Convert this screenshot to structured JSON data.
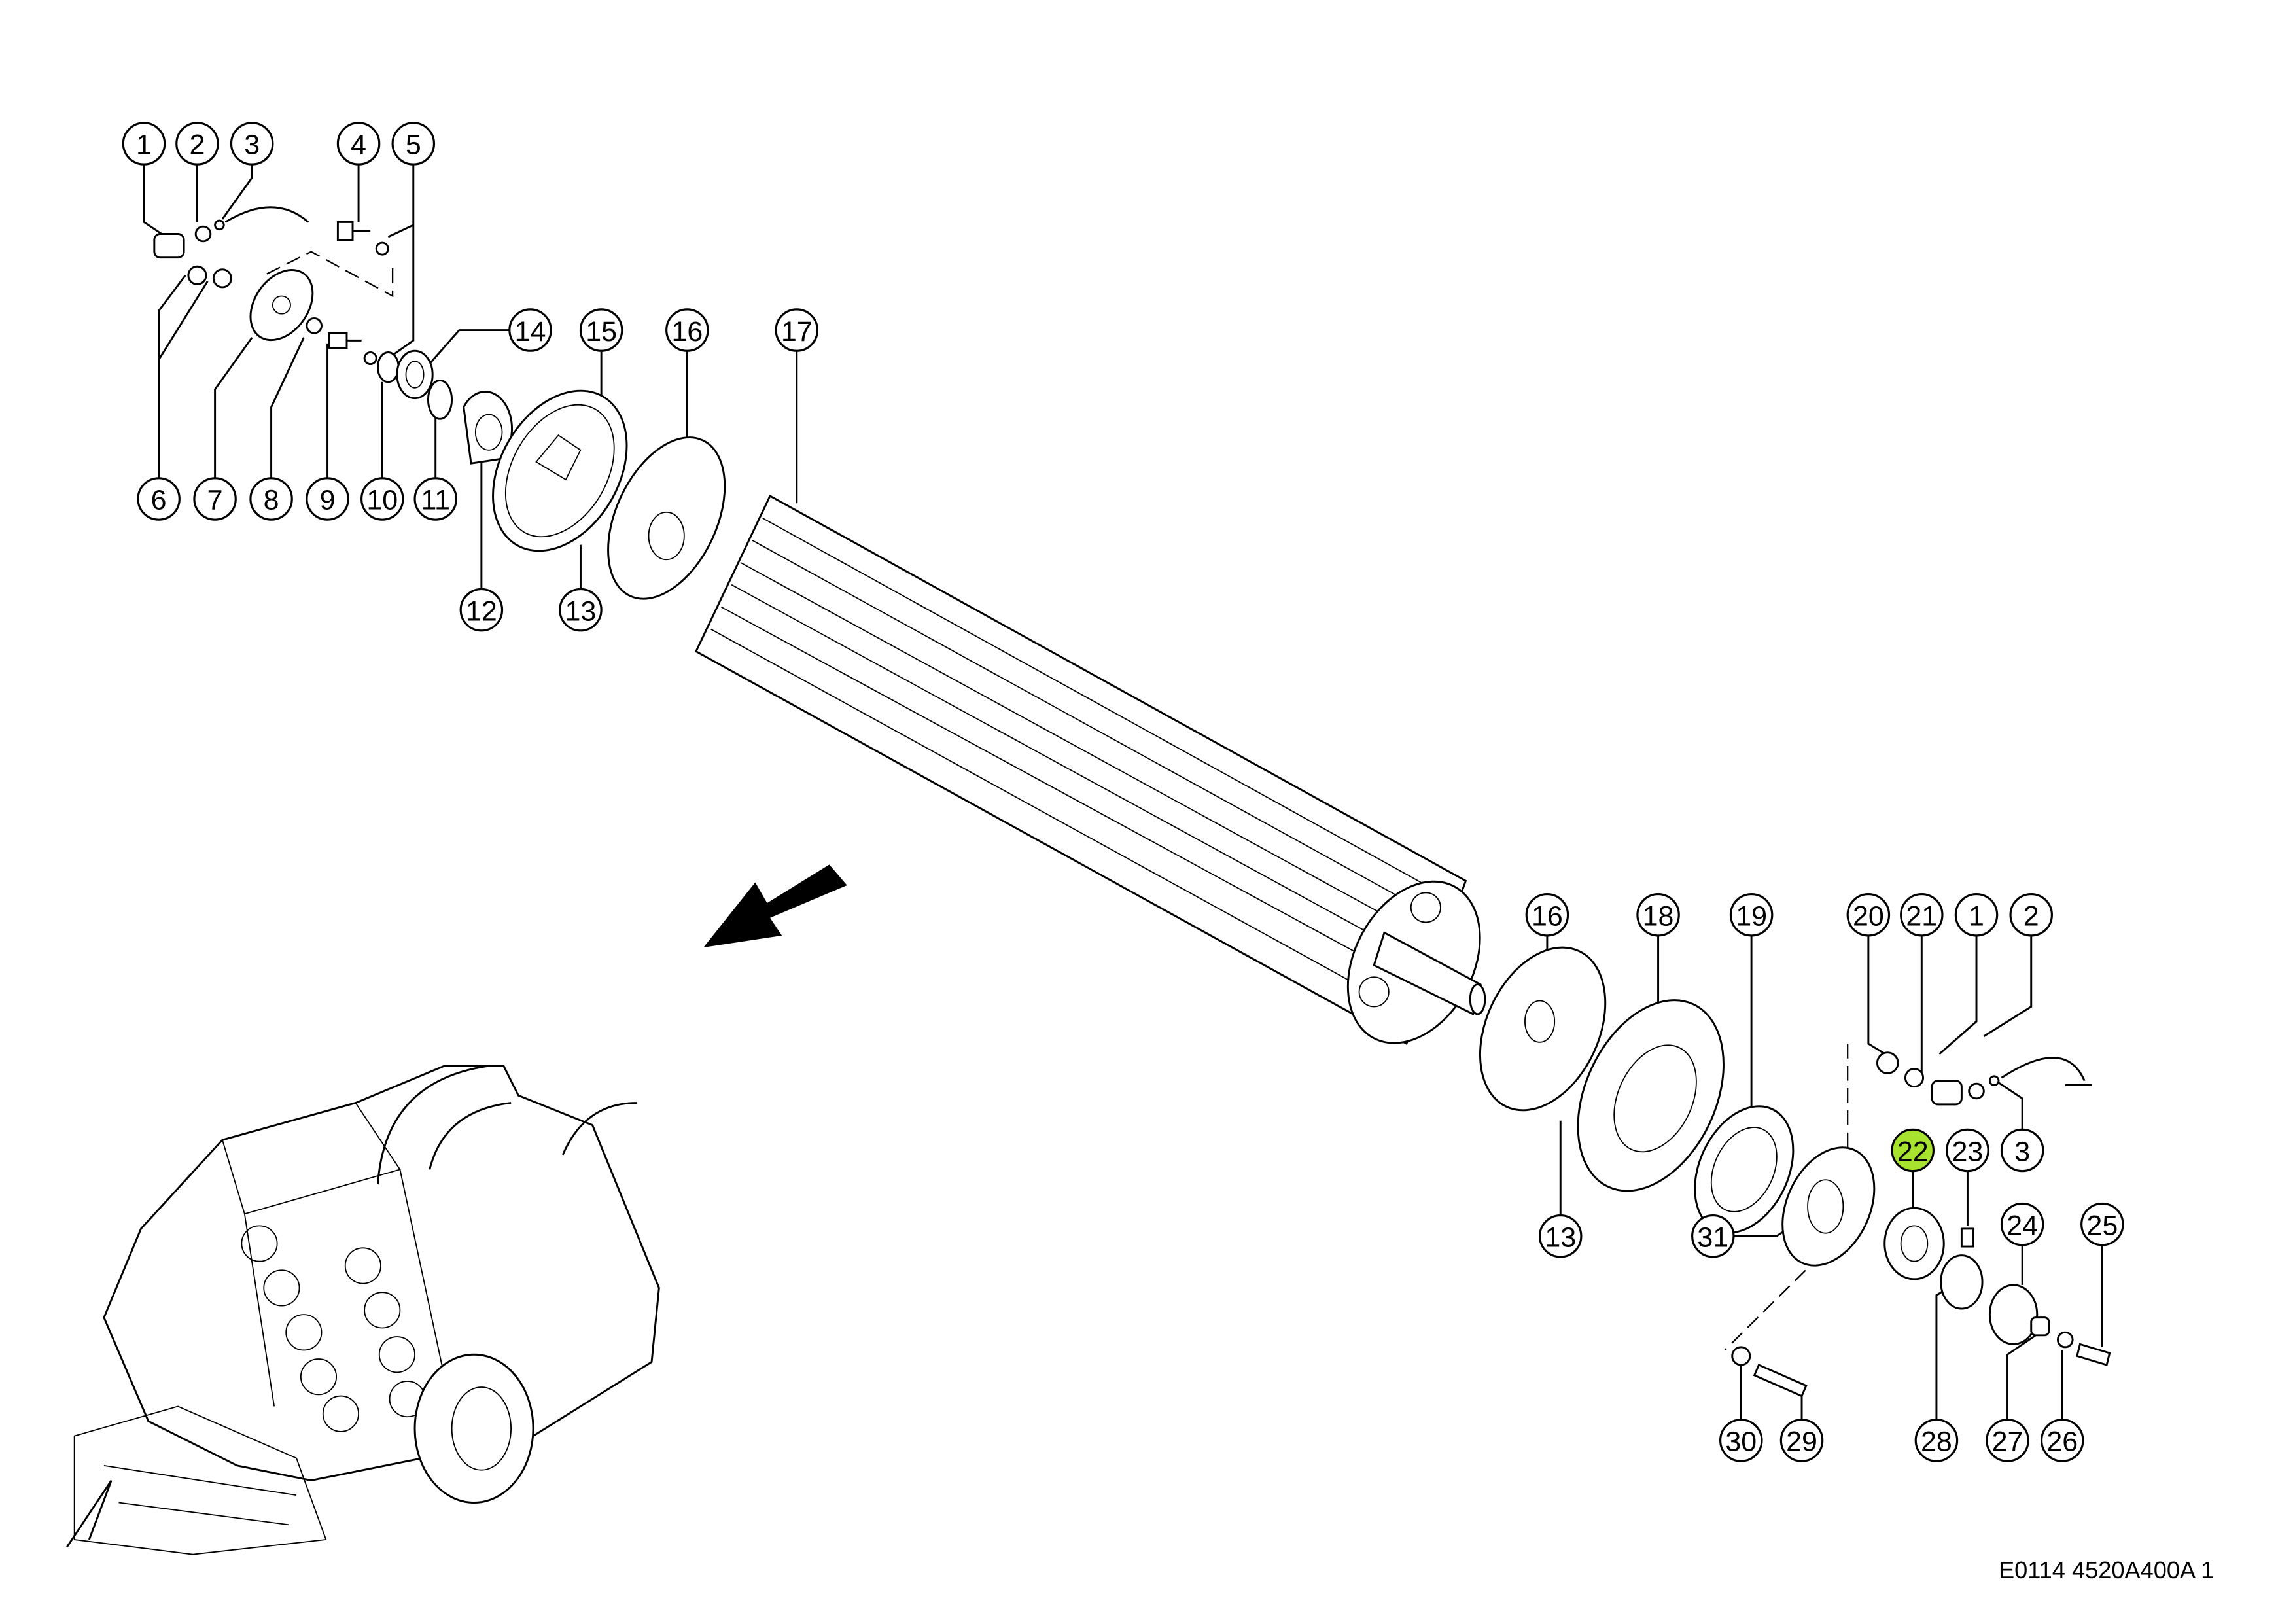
{
  "diagram": {
    "highlight_color": "#a6e22e",
    "highlighted_callout": "22",
    "footer_code": "E0114 4520A400A 1",
    "callouts_left": [
      "1",
      "2",
      "3",
      "4",
      "5",
      "6",
      "7",
      "8",
      "9",
      "10",
      "11",
      "12",
      "13",
      "14",
      "15",
      "16",
      "17"
    ],
    "callouts_right": [
      "16",
      "18",
      "19",
      "20",
      "21",
      "1",
      "2",
      "3",
      "22",
      "23",
      "24",
      "25",
      "31",
      "13",
      "30",
      "29",
      "28",
      "27",
      "26"
    ]
  }
}
